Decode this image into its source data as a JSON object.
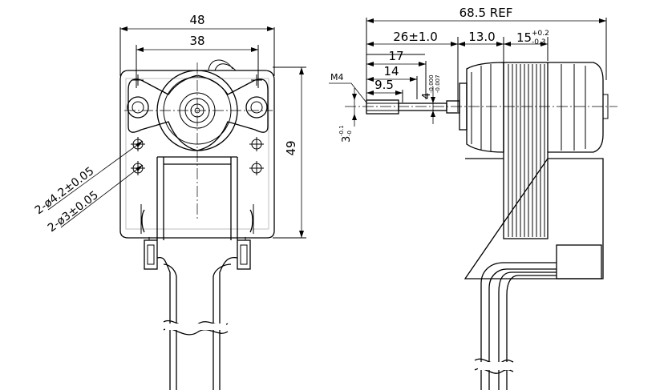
{
  "front_view": {
    "dim_overall_width": "48",
    "dim_hole_pitch": "38",
    "dim_height": "49",
    "callout_mount_holes": "2-ø4.2±0.05",
    "callout_small_holes": "2-ø3±0.05"
  },
  "side_view": {
    "dim_overall_length": "68.5 REF",
    "dim_shaft_position": "26±1.0",
    "dim_stack_offset": "13.0",
    "dim_stack_length": "15",
    "dim_stack_tol_upper": "+0.2",
    "dim_stack_tol_lower": "-0.3",
    "dim_17": "17",
    "dim_14": "14",
    "dim_9_5": "9.5",
    "thread_label": "M4",
    "shaft_dia_main": "4",
    "shaft_dia_tol_upper": "-0.000",
    "shaft_dia_tol_lower": "-0.007",
    "tip_dia_main": "3",
    "tip_dia_tol_upper": "-0.1",
    "tip_dia_tol_lower": "-0"
  }
}
